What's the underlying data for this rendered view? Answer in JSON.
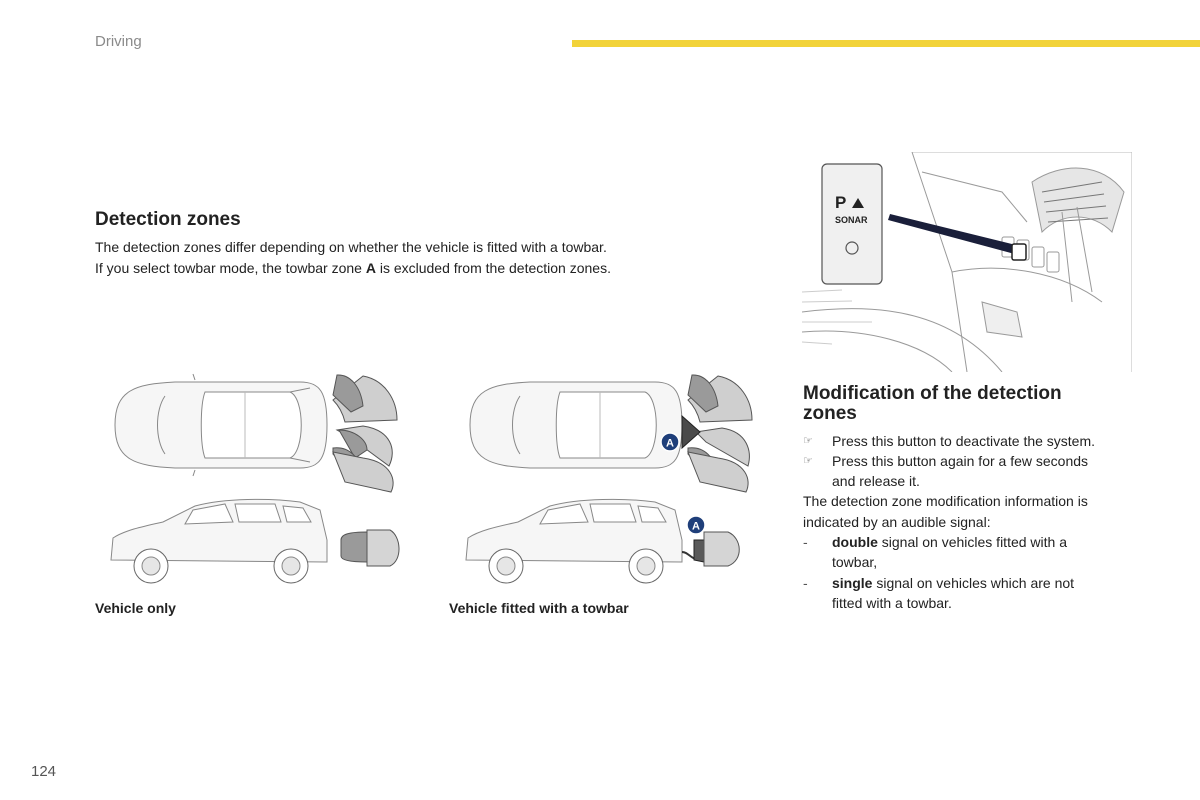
{
  "header": {
    "section": "Driving",
    "accent_color": "#f2d33a"
  },
  "detection": {
    "title": "Detection zones",
    "line1": "The detection zones differ depending on whether the vehicle is fitted with a towbar.",
    "line2_pre": "If you select towbar mode, the towbar zone ",
    "line2_bold": "A",
    "line2_post": " is excluded from the detection zones."
  },
  "figures": {
    "vehicle_only_caption": "Vehicle only",
    "towbar_caption": "Vehicle fitted with a towbar",
    "zone_marker": "A",
    "button_label_p": "P",
    "button_label_sonar": "SONAR"
  },
  "modification": {
    "title_line1": "Modification of the detection",
    "title_line2": "zones",
    "bullet1": "Press this button to deactivate the system.",
    "bullet2_line1": "Press this button again for a few seconds",
    "bullet2_line2": "and release it.",
    "info_line1": "The detection zone modification information is",
    "info_line2": "indicated by an audible signal:",
    "double_bold": "double",
    "double_rest": " signal on vehicles fitted with a",
    "double_cont": "towbar,",
    "single_bold": "single",
    "single_rest": " signal on vehicles which are not",
    "single_cont": "fitted with a towbar.",
    "bullet_glyph": "☞",
    "dash_glyph": "-"
  },
  "footer": {
    "page_number": "124"
  }
}
